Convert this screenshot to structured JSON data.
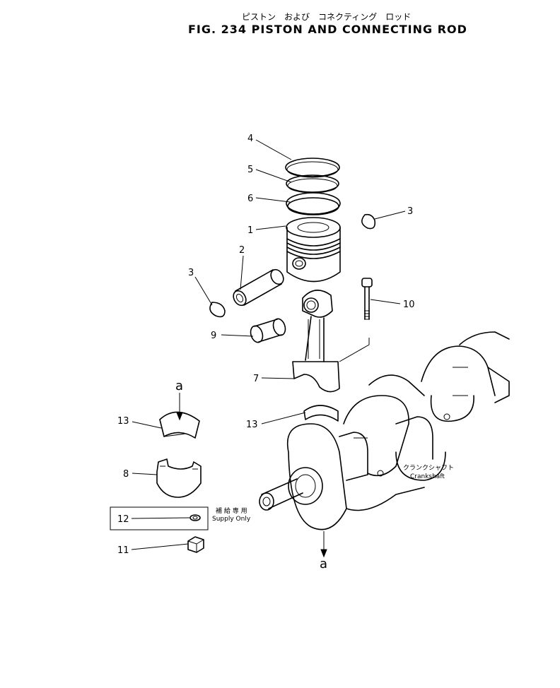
{
  "header": {
    "title_jp": "ピストン　および　コネクティング　ロッド",
    "title_en": "FIG. 234  PISTON  AND  CONNECTING  ROD"
  },
  "callouts": {
    "c1": "1",
    "c2": "2",
    "c3a": "3",
    "c3b": "3",
    "c4": "4",
    "c5": "5",
    "c6": "6",
    "c7": "7",
    "c8": "8",
    "c9": "9",
    "c10": "10",
    "c11": "11",
    "c12": "12",
    "c13a": "13",
    "c13b": "13"
  },
  "markers": {
    "a_top": "a",
    "a_bottom": "a"
  },
  "labels": {
    "supply_jp": "補 給 専 用",
    "supply_en": "Supply Only",
    "crankshaft_jp": "クランクシャフト",
    "crankshaft_en": "Crankshaft"
  }
}
